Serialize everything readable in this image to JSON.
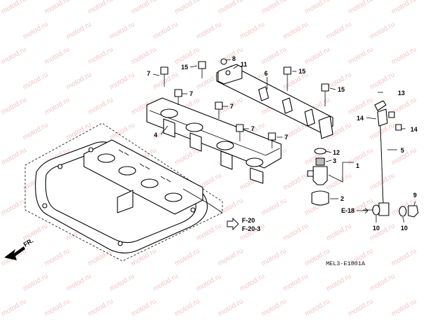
{
  "watermark": {
    "text": "motod.ru",
    "color": "#f2c6c6"
  },
  "diagram": {
    "code": "MEL3-E1801A",
    "direction_label": "FR.",
    "refs": {
      "f20": "F-20",
      "f203": "F-20-3",
      "e18": "E-18"
    },
    "callouts": {
      "c1": "1",
      "c2": "2",
      "c3": "3",
      "c4": "4",
      "c5": "5",
      "c6": "6",
      "c7a": "7",
      "c7b": "7",
      "c7c": "7",
      "c7d": "7",
      "c7e": "7",
      "c8": "8",
      "c9": "9",
      "c10a": "10",
      "c10b": "10",
      "c11": "11",
      "c12": "12",
      "c13": "13",
      "c14a": "14",
      "c14b": "14",
      "c15a": "15",
      "c15b": "15",
      "c15c": "15"
    }
  }
}
